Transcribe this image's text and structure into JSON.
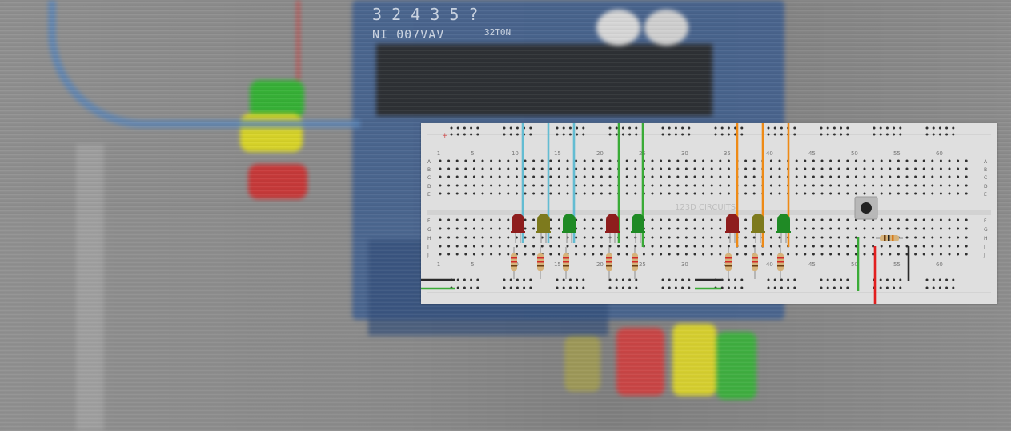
{
  "background": {
    "header_marking": "NI 007VAV",
    "header_digits": "3 2 4 3 5 ?",
    "small_label": "32T0N"
  },
  "breadboard": {
    "watermark": "123D CIRCUITS",
    "top_column_numbers": [
      "1",
      "5",
      "10",
      "15",
      "20",
      "25",
      "30",
      "35",
      "40",
      "45",
      "50",
      "55",
      "60"
    ],
    "bottom_column_numbers": [
      "1",
      "5",
      "10",
      "15",
      "20",
      "25",
      "30",
      "35",
      "40",
      "45",
      "50",
      "55",
      "60"
    ],
    "row_letters_upper": [
      "A",
      "B",
      "C",
      "D",
      "E"
    ],
    "row_letters_lower": [
      "F",
      "G",
      "H",
      "I",
      "J"
    ],
    "led_colors": {
      "red": "#8e1d1d",
      "yellow": "#7d7a1d",
      "green": "#1f8a25"
    },
    "wire_colors": {
      "light_blue": "#63bcd2",
      "green": "#3aab37",
      "orange": "#ee8a16",
      "red": "#e21f1f",
      "black": "#2a2a2a"
    },
    "rail_plus_symbol": "+"
  }
}
